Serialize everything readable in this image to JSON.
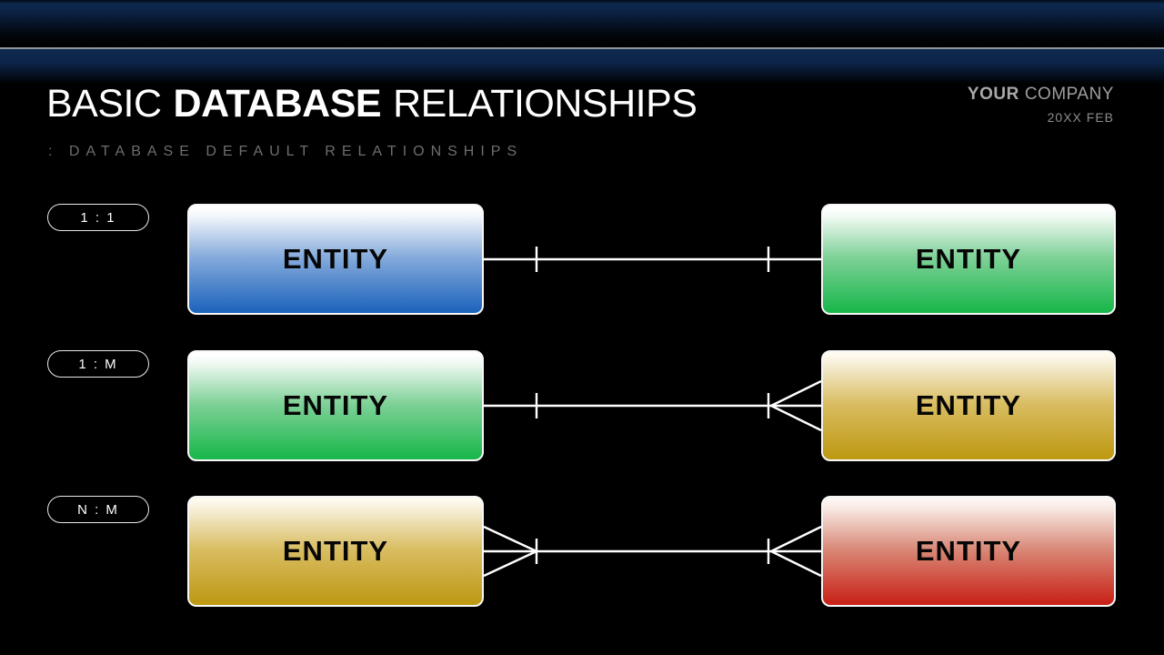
{
  "header": {
    "title_prefix": "BASIC",
    "title_bold": "DATABASE",
    "title_suffix": "RELATIONSHIPS",
    "subtitle": ": DATABASE DEFAULT RELATIONSHIPS",
    "brand_bold": "YOUR",
    "brand_regular": "COMPANY",
    "date": "20XX FEB"
  },
  "colors": {
    "background": "#000000",
    "band_navy": "#0e2950",
    "divider_line": "#8e959e",
    "connector_line": "#ffffff",
    "entity_blue": "#2166bd",
    "entity_green": "#1cb84d",
    "entity_gold": "#bf9a15",
    "entity_red": "#c9251a"
  },
  "rows": [
    {
      "label": "1 : 1",
      "left": {
        "label": "ENTITY",
        "color": "blue"
      },
      "right": {
        "label": "ENTITY",
        "color": "green"
      },
      "connector": {
        "left_end": "one",
        "right_end": "one"
      }
    },
    {
      "label": "1 : M",
      "left": {
        "label": "ENTITY",
        "color": "green"
      },
      "right": {
        "label": "ENTITY",
        "color": "gold"
      },
      "connector": {
        "left_end": "one",
        "right_end": "many"
      }
    },
    {
      "label": "N : M",
      "left": {
        "label": "ENTITY",
        "color": "gold"
      },
      "right": {
        "label": "ENTITY",
        "color": "red"
      },
      "connector": {
        "left_end": "many",
        "right_end": "many"
      }
    }
  ]
}
